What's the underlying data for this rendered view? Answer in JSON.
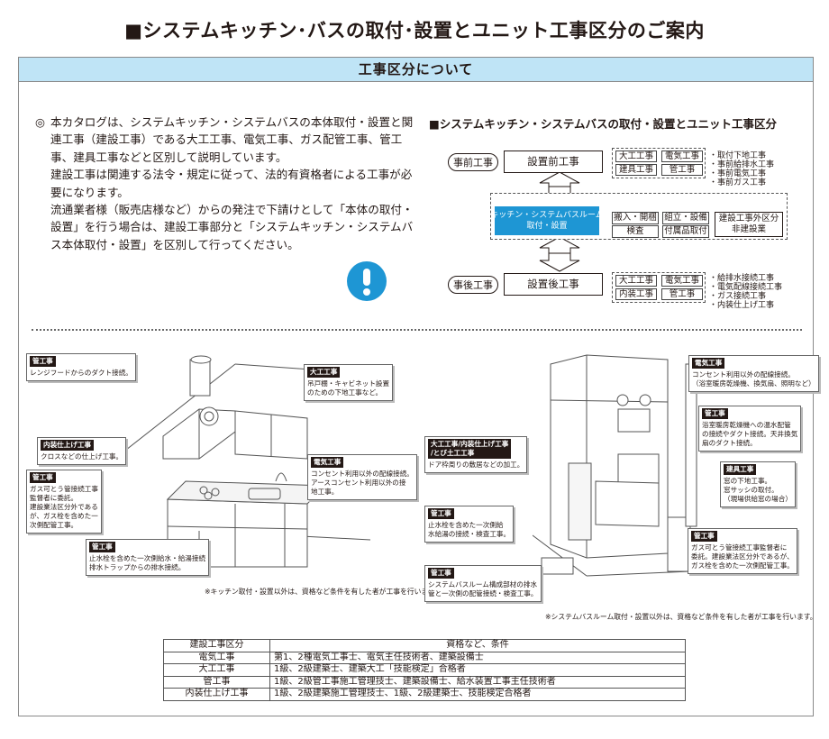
{
  "page_title": "■システムキッチン･バスの取付･設置とユニット工事区分のご案内",
  "banner": "工事区分について",
  "intro": {
    "mark": "◎",
    "paragraphs": [
      "本カタログは、システムキッチン・システムバスの本体取付・設置と関連工事（建設工事）である大工工事、電気工事、ガス配管工事、管工事、建具工事などと区別して説明しています。",
      "建設工事は関連する法令・規定に従って、法的有資格者による工事が必要になります。",
      "流通業者様（販売店様など）からの発注で下請けとして「本体の取付・設置」を行う場合は、建設工事部分と「システムキッチン・システムバス本体取付・設置」を区別して行ってください。"
    ]
  },
  "alert_icon": "exclamation-icon",
  "flow": {
    "title": "■システムキッチン・システムバスの取付・設置とユニット工事区分",
    "pre": {
      "stage": "事前工事",
      "main": "設置前工事",
      "tags": [
        "大工工事",
        "電気工事",
        "建具工事",
        "管工事"
      ],
      "notes": [
        "・取付下地工事",
        "・事前給排水工事",
        "・事前電気工事",
        "・事前ガス工事"
      ]
    },
    "center": {
      "main_line1": "キッチン・システムバスルーム",
      "main_line2": "取付・設置",
      "tags": [
        "搬入・開梱",
        "組立・設備",
        "検査",
        "付属品取付"
      ],
      "outside_line1": "建設工事外区分",
      "outside_line2": "非建設業"
    },
    "post": {
      "stage": "事後工事",
      "main": "設置後工事",
      "tags": [
        "大工工事",
        "電気工事",
        "内装工事",
        "管工事"
      ],
      "notes": [
        "・給排水接続工事",
        "・電気配線接続工事",
        "・ガス接続工事",
        "・内装仕上げ工事"
      ]
    }
  },
  "kitchen_labels": [
    {
      "head": "管工事",
      "body": "レンジフードからのダクト接続。"
    },
    {
      "head": "大工工事",
      "body": "吊戸棚・キャビネット設置\nのための下地工事など。"
    },
    {
      "head": "内装仕上げ工事",
      "body": "クロスなどの仕上げ工事。"
    },
    {
      "head": "電気工事",
      "body": "コンセント利用以外の配線接続。\nアースコンセント利用以外の接\n地工事。"
    },
    {
      "head": "管工事",
      "body": "ガス可とう管接続工事\n監督者に委託。\n建設業法区分外である\nが、ガス栓を含めた一\n次側配管工事。"
    },
    {
      "head": "管工事",
      "body": "止水栓を含めた一次側給水・給湯接続\n排水トラップからの排水接続。"
    }
  ],
  "kitchen_note": "※キッチン取付・設置以外は、資格など条件を有した者が工事を行います。",
  "bath_labels": [
    {
      "head": "電気工事",
      "body": "コンセント利用以外の配線接続。\n（浴室暖房乾燥機、換気扇、照明など）"
    },
    {
      "head": "管工事",
      "body": "浴室暖房乾燥機への温水配管\nの接続やダクト接続。天井換気\n扇のダクト接続。"
    },
    {
      "head": "大工工事/内装仕上げ工事\n/とび土工工事",
      "body": "ドア枠周りの敷居などの加工。"
    },
    {
      "head": "建具工事",
      "body": "窓の下地工事。\n窓サッシの取付。\n（現場供給窓の場合）"
    },
    {
      "head": "管工事",
      "body": "止水栓を含めた一次側給\n水給湯の接続・検査工事。"
    },
    {
      "head": "管工事",
      "body": "ガス可とう管接続工事監督者に\n委託。建設業法区分外であるが、\nガス栓を含めた一次側配管工事。"
    },
    {
      "head": "管工事",
      "body": "システムバスルーム構成部材の排水\n管と一次側の配管接続・検査工事。"
    }
  ],
  "bath_note": "※システムバスルーム取付・設置以外は、資格など条件を有した者が工事を行います。",
  "table": {
    "headers": [
      "建設工事区分",
      "資格など、条件"
    ],
    "rows": [
      [
        "電気工事",
        "第1、2種電気工事士、電気主任技術者、建築設備士"
      ],
      [
        "大工工事",
        "1級、2級建築士、建築大工「技能検定」合格者"
      ],
      [
        "管工事",
        "1級、2級管工事施工管理技士、建築設備士、給水装置工事主任技術者"
      ],
      [
        "内装仕上げ工事",
        "1級、2級建築施工管理技士、1級、2級建築士、技能検定合格者"
      ]
    ]
  },
  "colors": {
    "banner": "#bfe4f6",
    "accent_blue": "#1e96d4",
    "text": "#231815"
  }
}
